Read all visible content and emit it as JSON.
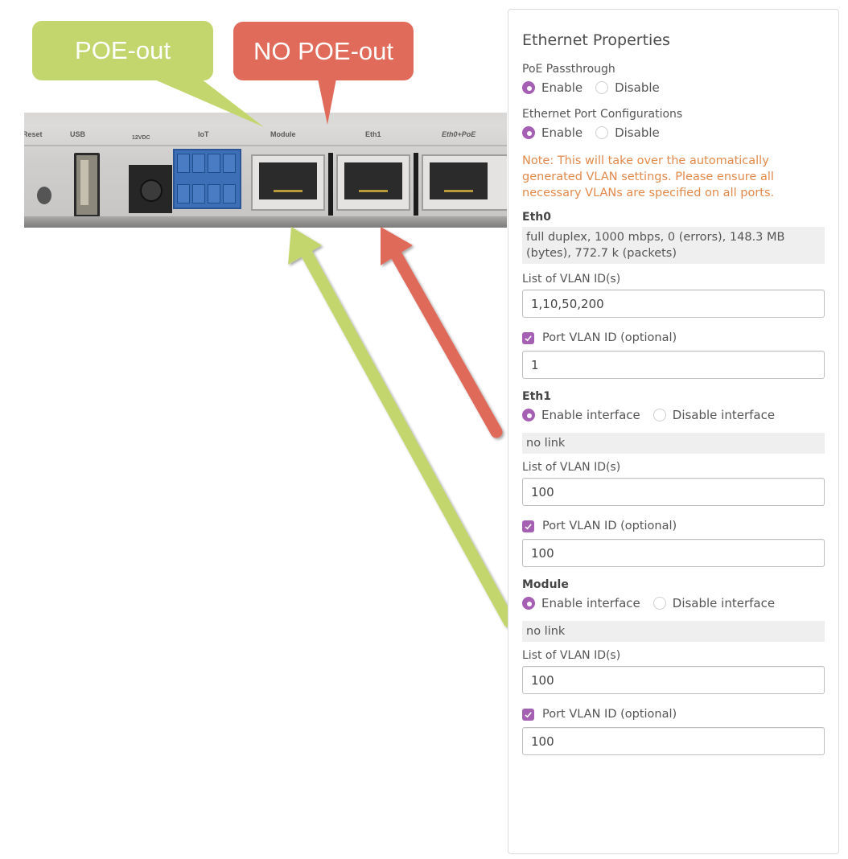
{
  "photo": {
    "labels": [
      "Reset",
      "USB",
      "12VDC",
      "IoT",
      "Module",
      "Eth1",
      "Eth0+PoE"
    ]
  },
  "callouts": {
    "green": {
      "text": "POE-out",
      "color": "#c3d66e"
    },
    "red": {
      "text": "NO POE-out",
      "color": "#e06b5a"
    }
  },
  "panel": {
    "title": "Ethernet Properties",
    "poe_passthrough": {
      "label": "PoE Passthrough",
      "options": [
        "Enable",
        "Disable"
      ],
      "selected": "Enable"
    },
    "port_config": {
      "label": "Ethernet Port Configurations",
      "options": [
        "Enable",
        "Disable"
      ],
      "selected": "Enable"
    },
    "note": "Note: This will take over the automatically generated VLAN settings. Please ensure all necessary VLANs are specified on all ports.",
    "ports": [
      {
        "name": "Eth0",
        "status": "full duplex, 1000 mbps, 0 (errors), 148.3 MB (bytes), 772.7 k (packets)",
        "vlan_list_label": "List of VLAN ID(s)",
        "vlan_list": "1,10,50,200",
        "pvid_label": "Port VLAN ID (optional)",
        "pvid_checked": true,
        "pvid": "1"
      },
      {
        "name": "Eth1",
        "interface_options": [
          "Enable interface",
          "Disable interface"
        ],
        "interface_selected": "Enable interface",
        "status": "no link",
        "vlan_list_label": "List of VLAN ID(s)",
        "vlan_list": "100",
        "pvid_label": "Port VLAN ID (optional)",
        "pvid_checked": true,
        "pvid": "100"
      },
      {
        "name": "Module",
        "interface_options": [
          "Enable interface",
          "Disable interface"
        ],
        "interface_selected": "Enable interface",
        "status": "no link",
        "vlan_list_label": "List of VLAN ID(s)",
        "vlan_list": "100",
        "pvid_label": "Port VLAN ID (optional)",
        "pvid_checked": true,
        "pvid": "100"
      }
    ],
    "accent_color": "#a55fb3",
    "note_color": "#e2894b"
  }
}
